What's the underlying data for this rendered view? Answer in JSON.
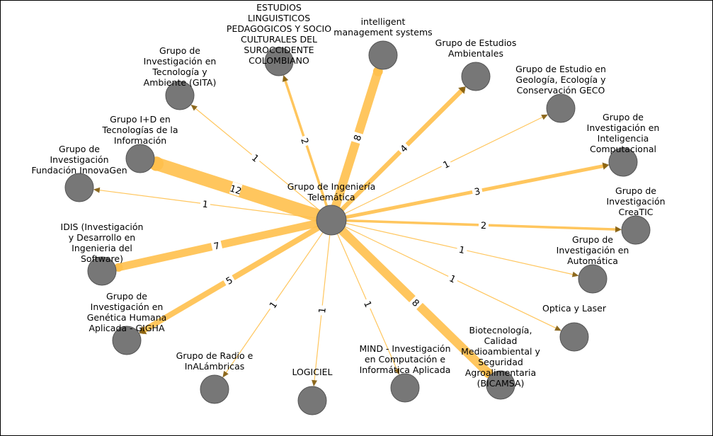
{
  "graph": {
    "center": {
      "id": "telematica",
      "label": "Grupo de Ingeniería\nTelemática"
    },
    "colors": {
      "edge": "#ffc04d",
      "arrow": "#7a5200",
      "node_fill": "#777777",
      "node_stroke": "#555555",
      "label_bg": "#ffffff"
    },
    "nodes": [
      {
        "id": "eslipsc",
        "label": "ESTUDIOS\nLINGUISTICOS\nPEDAGOGICOS Y SOCIO\nCULTURALES DEL\nSUROCCIDENTE\nCOLOMBIANO"
      },
      {
        "id": "intelligent",
        "label": "intelligent\nmanagement systems"
      },
      {
        "id": "ambientales",
        "label": "Grupo de Estudios\nAmbientales"
      },
      {
        "id": "geco",
        "label": "Grupo de Estudio en\nGeología, Ecología y\nConservación GECO"
      },
      {
        "id": "ia",
        "label": "Grupo de\nInvestigación en\nInteligencia\nComputacional"
      },
      {
        "id": "creatic",
        "label": "Grupo de\nInvestigación\nCreaTIC"
      },
      {
        "id": "automatica",
        "label": "Grupo de\nInvestigación en\nAutomática"
      },
      {
        "id": "optica",
        "label": "Optica y Laser"
      },
      {
        "id": "bicamsa",
        "label": "Biotecnología,\nCalidad\nMedioambiental y\nSeguridad\nAgroalimentaria\n(BICAMSA)"
      },
      {
        "id": "mind",
        "label": "MIND - Investigación\nen Computación e\nInformática Aplicada"
      },
      {
        "id": "logiciel",
        "label": "LOGICIEL"
      },
      {
        "id": "radio",
        "label": "Grupo de Radio e\nInALámbricas"
      },
      {
        "id": "gigha",
        "label": "Grupo de\nInvestigación en\nGenética Humana\nAplicada - GIGHA"
      },
      {
        "id": "idis",
        "label": "IDIS (Investigación\ny Desarrollo en\nIngenieria del\nSoftware)"
      },
      {
        "id": "innovagen",
        "label": "Grupo de\nInvestigación\nFundación InnovaGen"
      },
      {
        "id": "ide",
        "label": "Grupo I+D en\nTecnologías de la\nInformación"
      },
      {
        "id": "gita",
        "label": "Grupo de\nInvestigación en\nTecnología y\nAmbiente (GITA)"
      }
    ],
    "edges": [
      {
        "to": "eslipsc",
        "weight": "2"
      },
      {
        "to": "intelligent",
        "weight": "8"
      },
      {
        "to": "ambientales",
        "weight": "4"
      },
      {
        "to": "geco",
        "weight": "1"
      },
      {
        "to": "ia",
        "weight": "3"
      },
      {
        "to": "creatic",
        "weight": "2"
      },
      {
        "to": "automatica",
        "weight": "1"
      },
      {
        "to": "optica",
        "weight": "1"
      },
      {
        "to": "bicamsa",
        "weight": "8"
      },
      {
        "to": "mind",
        "weight": "1"
      },
      {
        "to": "logiciel",
        "weight": "1"
      },
      {
        "to": "radio",
        "weight": "1"
      },
      {
        "to": "gigha",
        "weight": "5"
      },
      {
        "to": "idis",
        "weight": "7"
      },
      {
        "to": "innovagen",
        "weight": "1"
      },
      {
        "to": "ide",
        "weight": "12"
      },
      {
        "to": "gita",
        "weight": "1"
      }
    ]
  }
}
